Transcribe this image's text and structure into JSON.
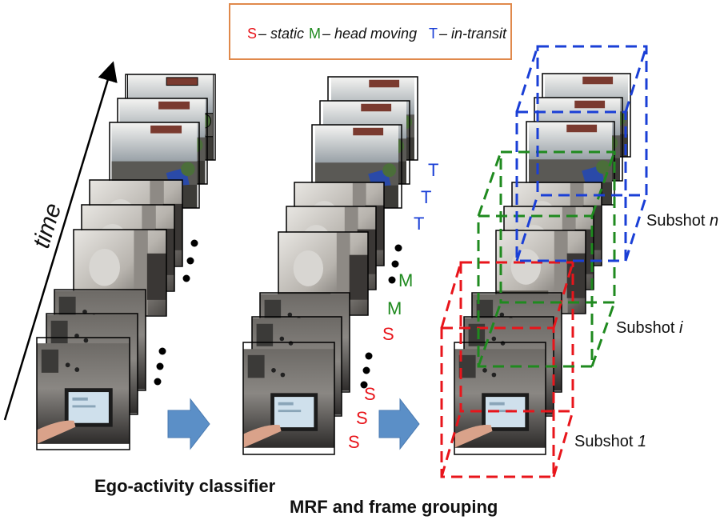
{
  "legend": {
    "static_key": "S",
    "static_text": "– static",
    "moving_key": "M",
    "moving_text": "– head moving",
    "transit_key": "T",
    "transit_text": "– in-transit"
  },
  "axis": {
    "time_label": "time"
  },
  "stage1": {
    "caption": "Ego-activity classifier"
  },
  "stage2": {
    "caption": "MRF and frame grouping",
    "labels": [
      "S",
      "S",
      "S",
      "S",
      "M",
      "M",
      "T",
      "T",
      "T"
    ]
  },
  "subshots": {
    "first_prefix": "Subshot ",
    "first_index": "1",
    "middle_prefix": "Subshot ",
    "middle_index": "i",
    "last_prefix": "Subshot ",
    "last_index": "n"
  },
  "colors": {
    "static": "#e8151b",
    "moving": "#1f8a1f",
    "transit": "#1a3fd6",
    "arrow": "#5b8fc7",
    "legend_border": "#e0894b"
  }
}
